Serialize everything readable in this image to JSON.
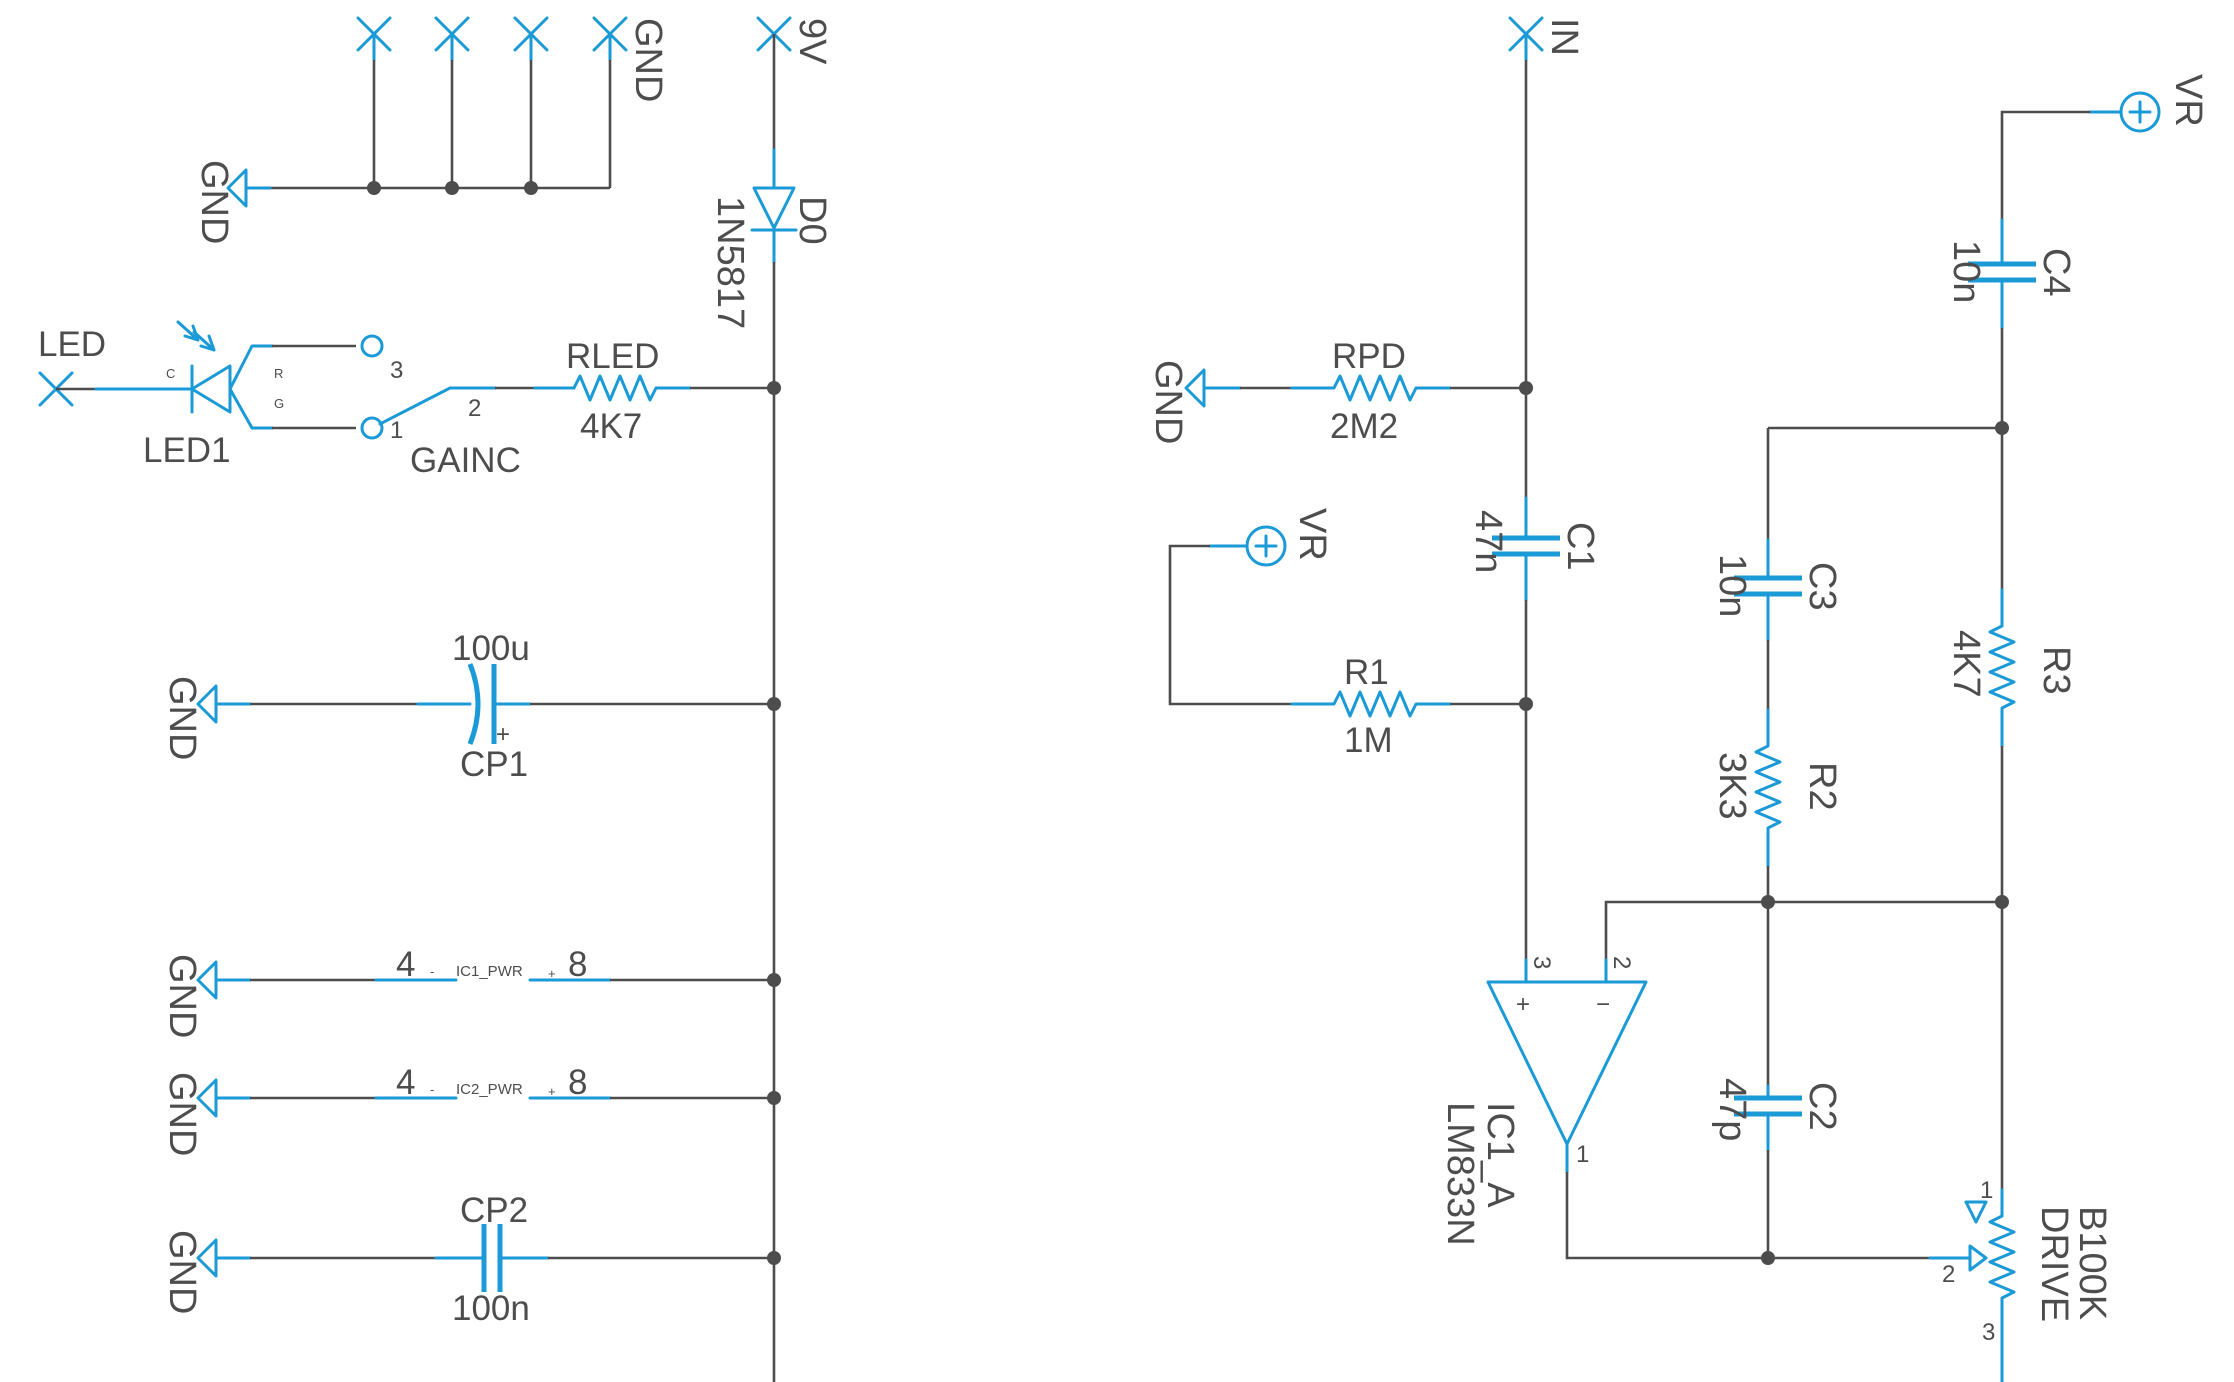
{
  "schematic": {
    "nets": {
      "gnd": "GND",
      "v9": "9V",
      "in": "IN",
      "vr": "VR",
      "led": "LED"
    },
    "components": {
      "d0": {
        "ref": "D0",
        "value": "1N5817"
      },
      "led1": {
        "ref": "LED1",
        "pin_c": "C",
        "pin_r": "R",
        "pin_g": "G"
      },
      "gainc": {
        "ref": "GAINC",
        "pin1": "1",
        "pin2": "2",
        "pin3": "3"
      },
      "rled": {
        "ref": "RLED",
        "value": "4K7"
      },
      "cp1": {
        "value": "100u",
        "ref": "CP1",
        "polarity": "+"
      },
      "ic1_pwr": {
        "name": "IC1_PWR",
        "pin_neg": "4",
        "pin_pos": "8",
        "minus": "-",
        "plus": "+"
      },
      "ic2_pwr": {
        "name": "IC2_PWR",
        "pin_neg": "4",
        "pin_pos": "8",
        "minus": "-",
        "plus": "+"
      },
      "cp2": {
        "ref": "CP2",
        "value": "100n"
      },
      "rpd": {
        "ref": "RPD",
        "value": "2M2"
      },
      "c1": {
        "ref": "C1",
        "value": "47n"
      },
      "r1": {
        "ref": "R1",
        "value": "1M"
      },
      "c4": {
        "ref": "C4",
        "value": "10n"
      },
      "c3": {
        "ref": "C3",
        "value": "10n"
      },
      "r3": {
        "ref": "R3",
        "value": "4K7"
      },
      "r2": {
        "ref": "R2",
        "value": "3K3"
      },
      "c2": {
        "ref": "C2",
        "value": "47p"
      },
      "ic1a": {
        "ref": "IC1_A",
        "value": "LM833N",
        "pin_noninv": "3",
        "pin_inv": "2",
        "pin_out": "1",
        "plus": "+",
        "minus": "−"
      },
      "drive": {
        "ref": "DRIVE",
        "value": "B100K",
        "pin1": "1",
        "pin2": "2",
        "pin3": "3"
      }
    }
  }
}
